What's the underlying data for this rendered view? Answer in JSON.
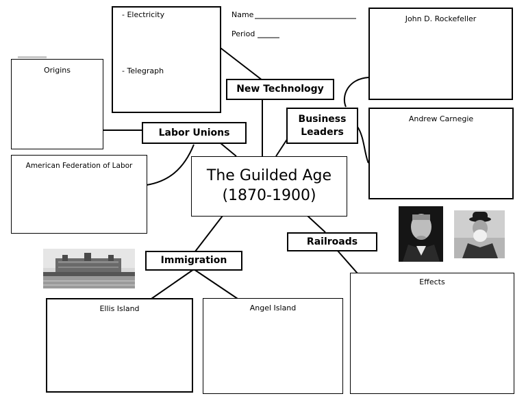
{
  "header": {
    "name_label": "Name",
    "period_label": "Period"
  },
  "center": {
    "title": "The Guilded Age",
    "years": "(1870-1900)"
  },
  "labels": {
    "new_technology": "New Technology",
    "labor_unions": "Labor Unions",
    "business_leaders_1": "Business",
    "business_leaders_2": "Leaders",
    "immigration": "Immigration",
    "railroads": "Railroads"
  },
  "boxes": {
    "electricity": "- Electricity",
    "telegraph": "- Telegraph",
    "origins": "Origins",
    "afl": "American Federation of Labor",
    "rockefeller": "John D. Rockefeller",
    "carnegie": "Andrew Carnegie",
    "ellis": "Ellis Island",
    "angel": "Angel Island",
    "effects": "Effects"
  },
  "images": {
    "ellis_photo": "ellis-island-photo",
    "rockefeller_photo": "rockefeller-portrait",
    "carnegie_photo": "carnegie-portrait"
  }
}
